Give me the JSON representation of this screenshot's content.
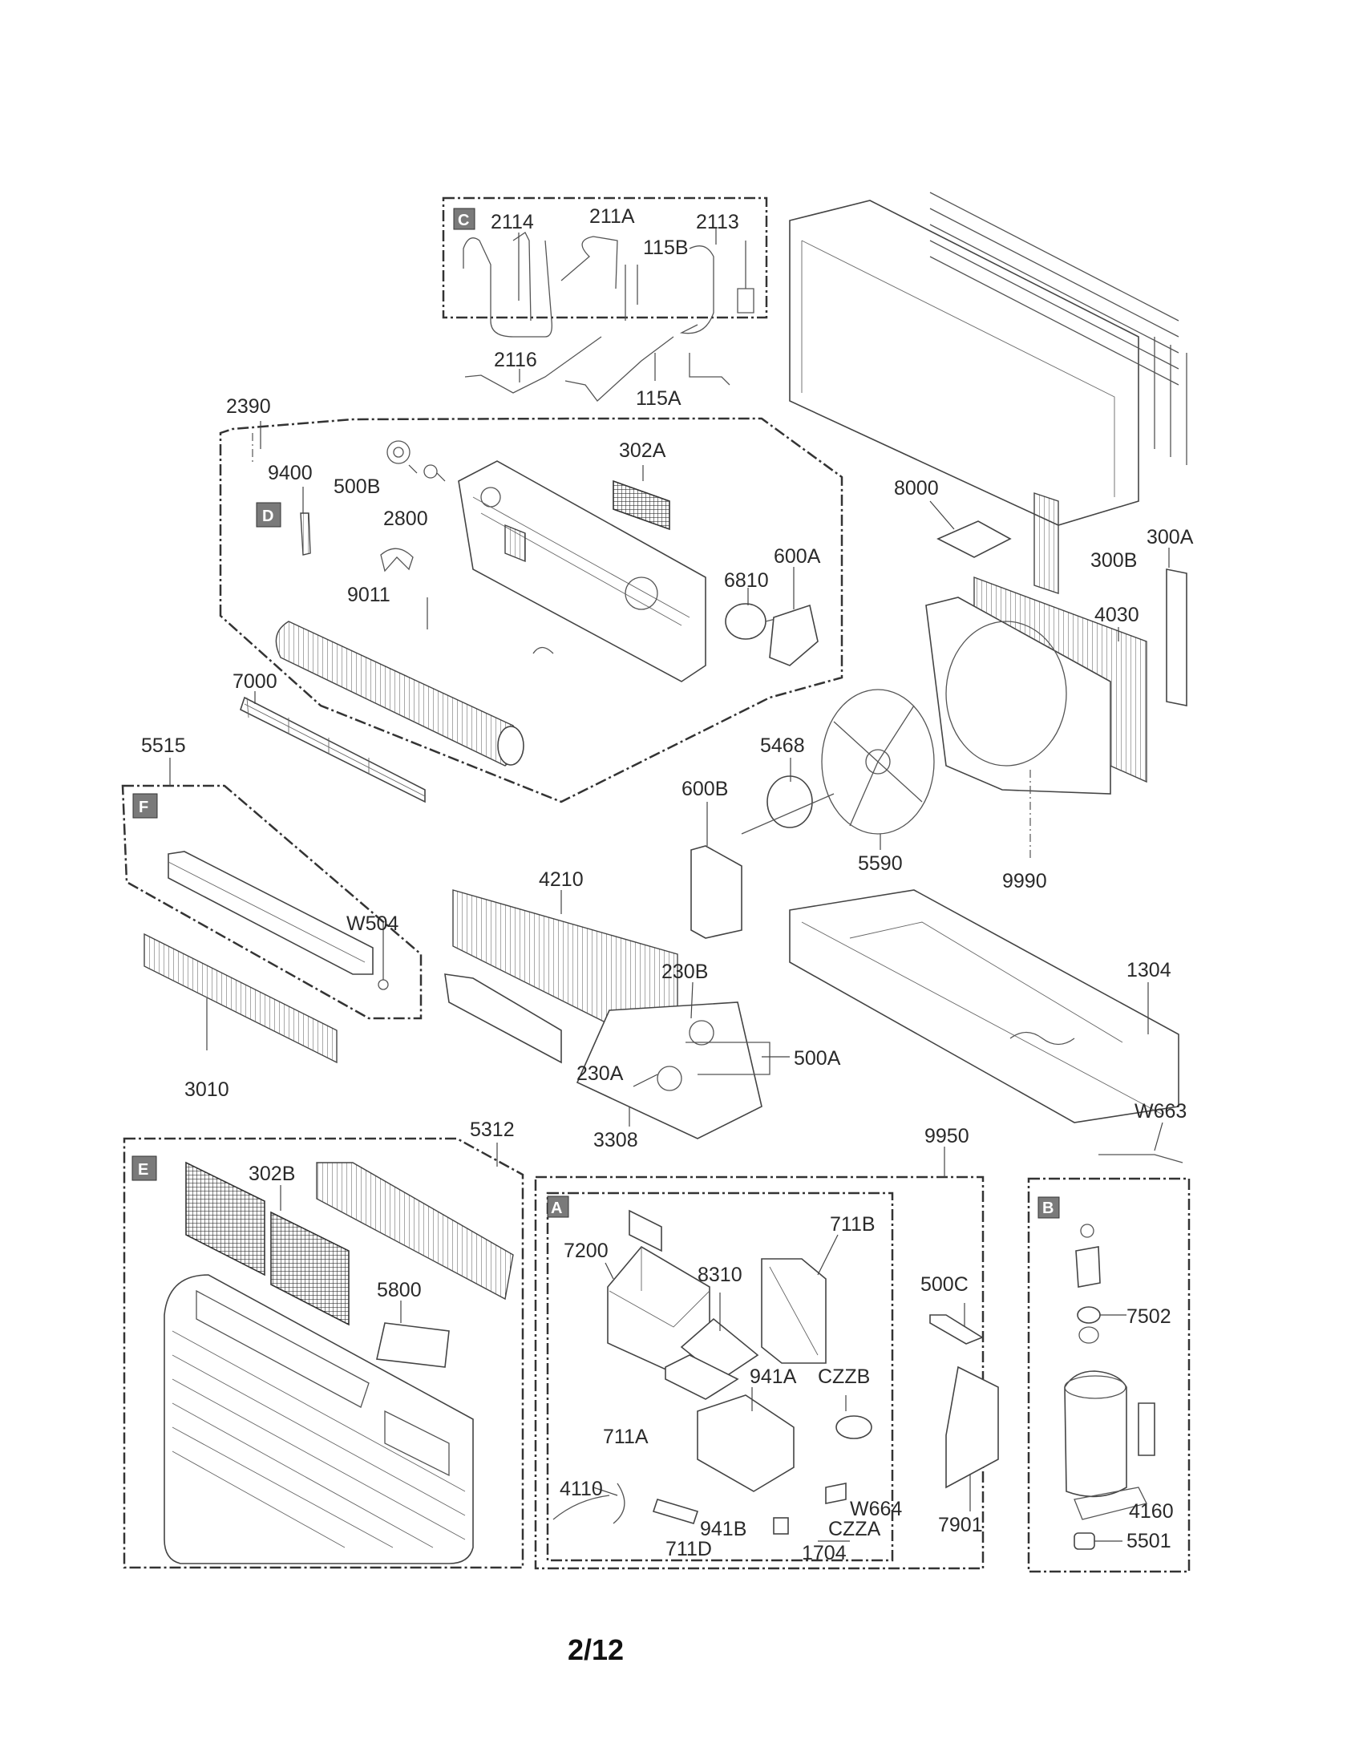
{
  "document": {
    "type": "exploded-parts-diagram",
    "page_number": "2/12"
  },
  "sections": {
    "A": "A",
    "B": "B",
    "C": "C",
    "D": "D",
    "E": "E",
    "F": "F"
  },
  "labels": {
    "p2114": "2114",
    "p211A": "211A",
    "p2113": "2113",
    "p115B": "115B",
    "p2116": "2116",
    "p115A": "115A",
    "p2390": "2390",
    "p9400": "9400",
    "p500B": "500B",
    "p2800": "2800",
    "p302A": "302A",
    "p6810": "6810",
    "p600A": "600A",
    "p9011": "9011",
    "p7000": "7000",
    "p5515": "5515",
    "pW504": "W504",
    "p3010": "3010",
    "p8000": "8000",
    "p300B": "300B",
    "p300A": "300A",
    "p4030": "4030",
    "p5468": "5468",
    "p600B": "600B",
    "p5590": "5590",
    "p9990": "9990",
    "p4210": "4210",
    "p230B": "230B",
    "p230A": "230A",
    "p500A": "500A",
    "p1304": "1304",
    "p3308": "3308",
    "p5312": "5312",
    "pW663": "W663",
    "p9950": "9950",
    "p302B": "302B",
    "p5800": "5800",
    "p7200": "7200",
    "p8310": "8310",
    "p711B": "711B",
    "p941A": "941A",
    "pCZZB": "CZZB",
    "p711A": "711A",
    "p4110": "4110",
    "p941B": "941B",
    "pW664": "W664",
    "pCZZA": "CZZA",
    "p711D": "711D",
    "p1704": "1704",
    "p500C": "500C",
    "p7901": "7901",
    "p7502": "7502",
    "p4160": "4160",
    "p5501": "5501"
  }
}
